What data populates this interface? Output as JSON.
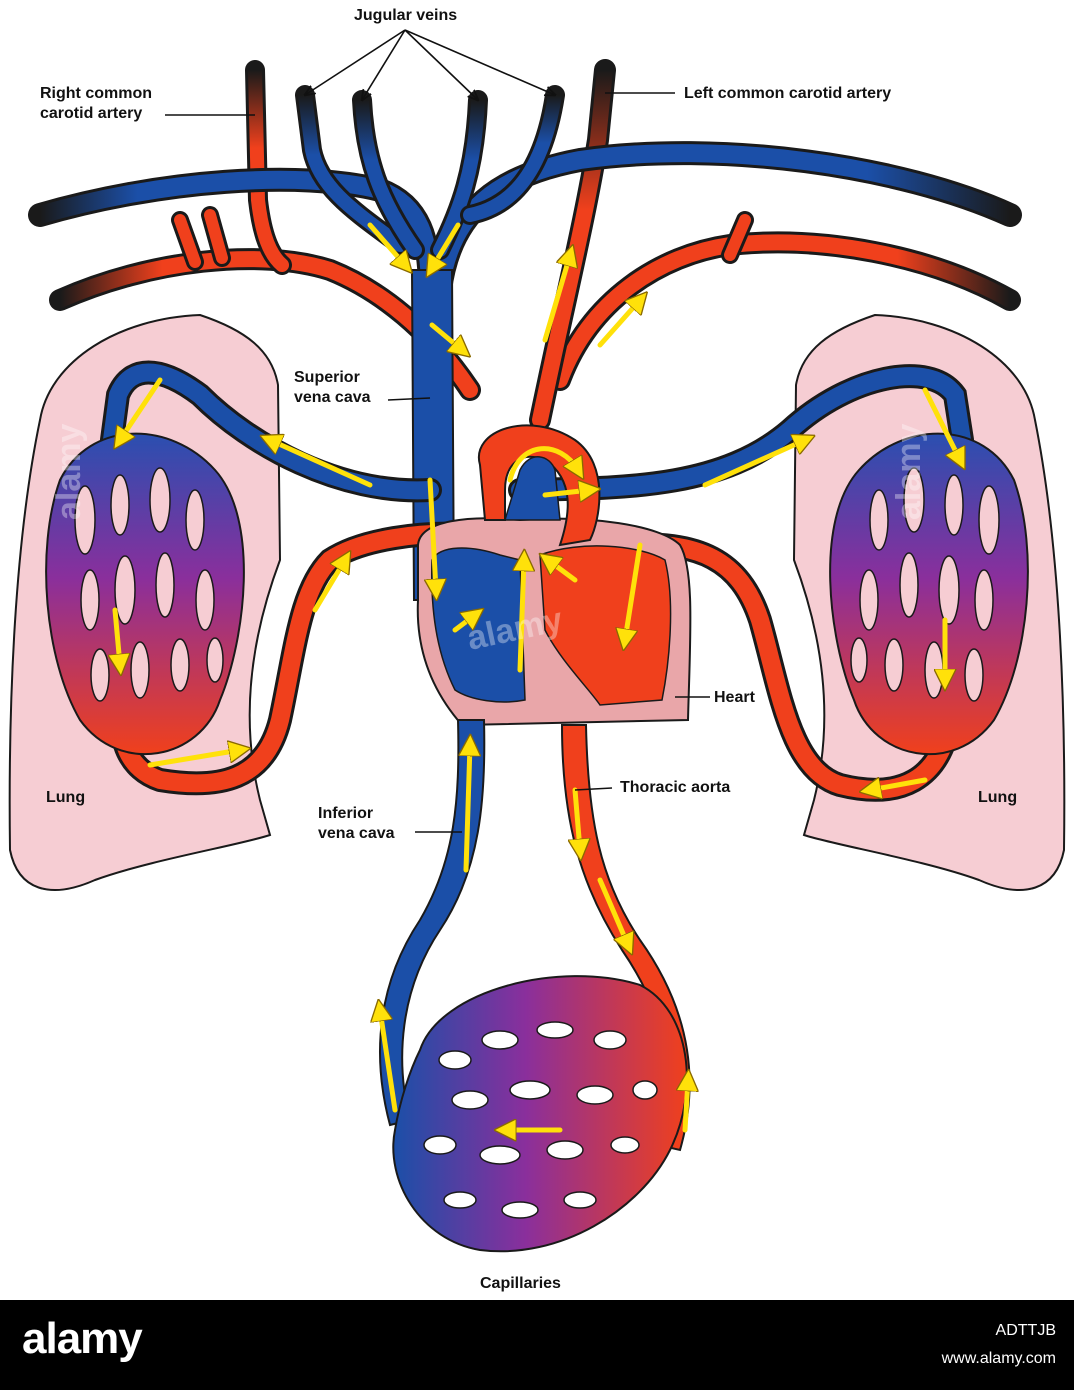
{
  "labels": {
    "jugular_veins": "Jugular veins",
    "right_carotid_1": "Right common",
    "right_carotid_2": "carotid artery",
    "left_carotid": "Left common carotid artery",
    "superior_vc_1": "Superior",
    "superior_vc_2": "vena cava",
    "heart": "Heart",
    "inferior_vc_1": "Inferior",
    "inferior_vc_2": "vena cava",
    "thoracic_aorta": "Thoracic aorta",
    "lung_left": "Lung",
    "lung_right": "Lung",
    "capillaries": "Capillaries"
  },
  "footer": {
    "logo": "alamy",
    "stock_id": "ADTTJB",
    "site": "www.alamy.com"
  },
  "colors": {
    "vein": "#1b4fa8",
    "artery": "#f0401c",
    "lung": "#f6cdd3",
    "heart_wall": "#e9a6a9",
    "arrow": "#ffe10a",
    "outline": "#1a1a1a"
  }
}
